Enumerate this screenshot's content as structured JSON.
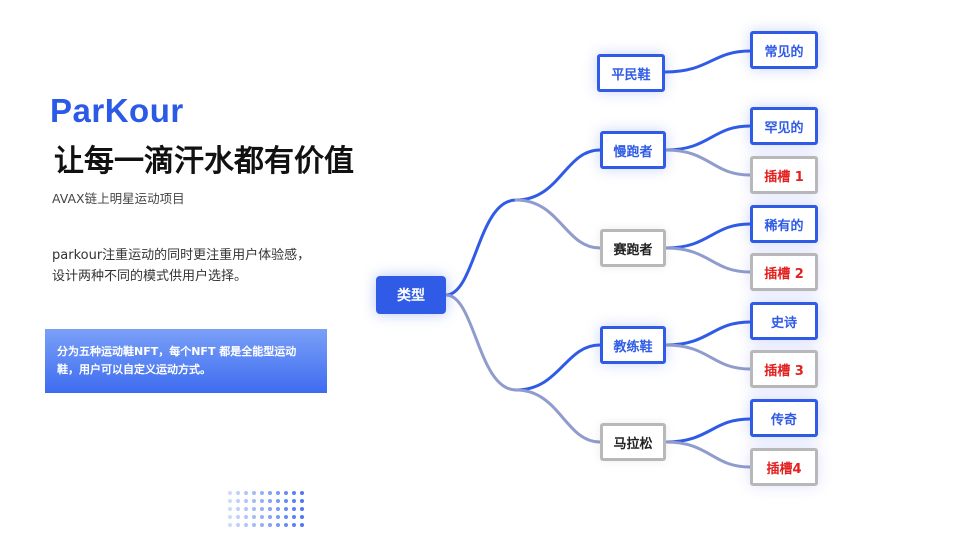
{
  "brand": "ParKour",
  "headline": "让每一滴汗水都有价值",
  "subtitle": "AVAX链上明星运动项目",
  "description": "parkour注重运动的同时更注重用户体验感，设计两种不同的模式供用户选择。",
  "note": "分为五种运动鞋NFT，每个NFT 都是全能型运动鞋，用户可以自定义运动方式。",
  "mindmap": {
    "root": "类型",
    "branches": [
      {
        "label": "平民鞋",
        "children": [
          "常见的"
        ]
      },
      {
        "label": "慢跑者",
        "children": [
          "罕见的",
          "插槽 1"
        ]
      },
      {
        "label": "赛跑者",
        "children": [
          "稀有的",
          "插槽 2"
        ]
      },
      {
        "label": "教练鞋",
        "children": [
          "史诗",
          "插槽 3"
        ]
      },
      {
        "label": "马拉松",
        "children": [
          "传奇",
          "插槽4"
        ]
      }
    ]
  },
  "colors": {
    "accent": "#2f5be6",
    "muted": "#9aa6c8",
    "slot": "#e32020"
  }
}
